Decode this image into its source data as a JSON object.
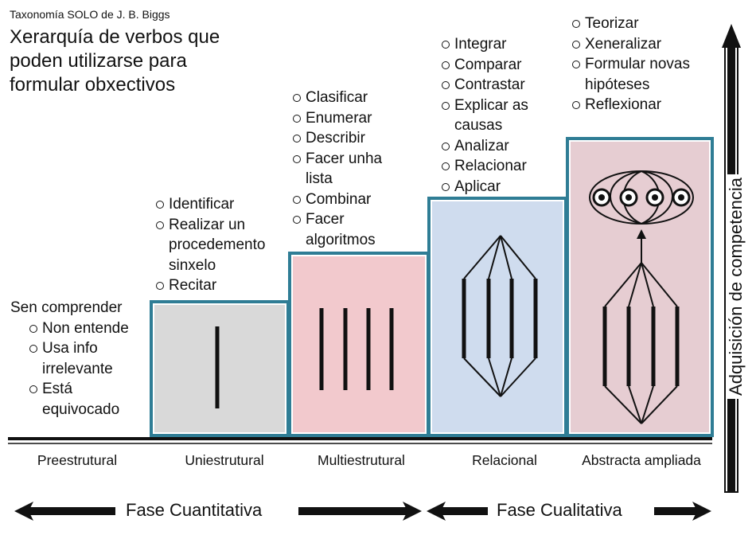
{
  "caption": "Taxonomía SOLO de J. B. Biggs",
  "heading": [
    "Xerarquía de verbos que",
    "poden utilizarse para",
    "formular obxectivos"
  ],
  "colors": {
    "step_border": "#2f7d95",
    "preestrutural": "#ffffff",
    "uniestrutural": "#d9d9d9",
    "multiestrutural": "#f2c9cd",
    "relacional": "#cfdcee",
    "abstracta": "#e6cdd2"
  },
  "preestrutural": {
    "title": "Sen comprender",
    "items": [
      "Non entende",
      "Usa info irrelevante",
      "Está equivocado"
    ]
  },
  "uniestrutural": {
    "verbs": [
      "Identificar",
      "Realizar un procedemento sinxelo",
      "Recitar"
    ]
  },
  "multiestrutural": {
    "verbs": [
      "Clasificar",
      "Enumerar",
      "Describir",
      "Facer unha lista",
      "Combinar",
      "Facer algoritmos"
    ]
  },
  "relacional": {
    "verbs": [
      "Integrar",
      "Comparar",
      "Contrastar",
      "Explicar as causas",
      "Analizar",
      "Relacionar",
      "Aplicar"
    ]
  },
  "abstracta": {
    "verbs": [
      "Teorizar",
      "Xeneralizar",
      "Formular novas hipóteses",
      "Reflexionar"
    ]
  },
  "levels": [
    "Preestrutural",
    "Uniestrutural",
    "Multiestrutural",
    "Relacional",
    "Abstracta ampliada"
  ],
  "phases": [
    "Fase Cuantitativa",
    "Fase Cualitativa"
  ],
  "axis_label": "Adquisición de competencia",
  "icons": [
    "arrow-up-icon",
    "arrow-left-icon",
    "arrow-right-icon",
    "structure-icon"
  ]
}
